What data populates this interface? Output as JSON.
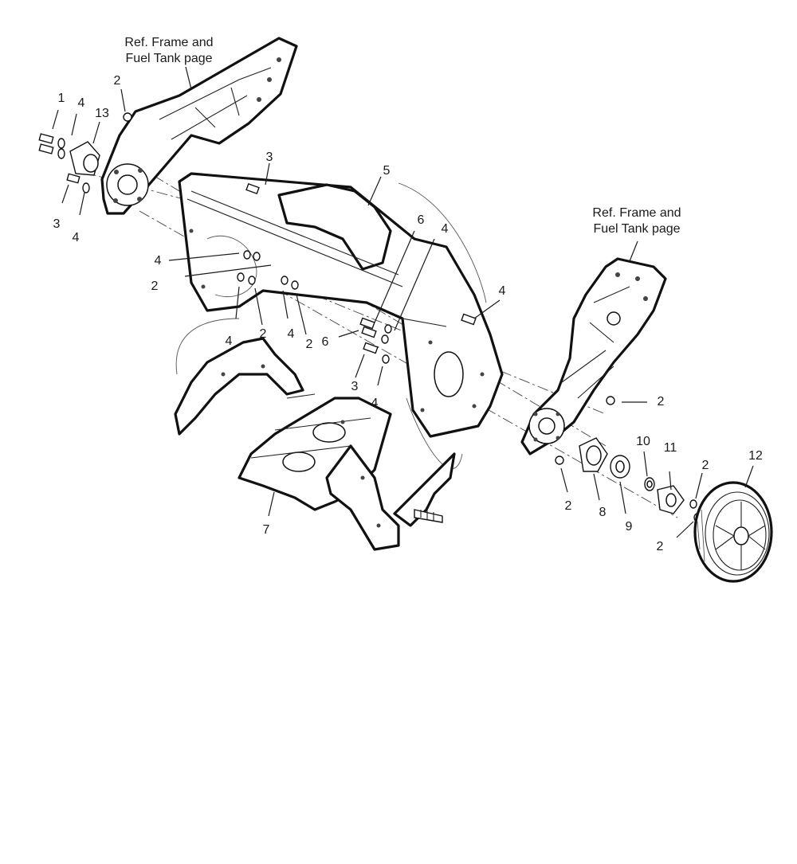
{
  "callouts": {
    "ref_frame_left": [
      "Ref. Frame and",
      "Fuel Tank page"
    ],
    "ref_frame_right": [
      "Ref. Frame and",
      "Fuel Tank page"
    ],
    "numbers": {
      "n1": "1",
      "n4_a": "4",
      "n13": "13",
      "n2_a": "2",
      "n3_a": "3",
      "n4_b": "4",
      "n3_b": "3",
      "n5": "5",
      "n6_a": "6",
      "n4_c": "4",
      "n4_d": "4",
      "n4_e": "4",
      "n2_b": "2",
      "n2_c": "2",
      "n4_f": "4",
      "n4_g": "4",
      "n2_d": "2",
      "n6_b": "6",
      "n3_c": "3",
      "n4_h": "4",
      "n7": "7",
      "n2_e": "2",
      "n10": "10",
      "n11": "11",
      "n2_f": "2",
      "n12": "12",
      "n2_g": "2",
      "n8": "8",
      "n9": "9",
      "n2_h": "2"
    }
  }
}
